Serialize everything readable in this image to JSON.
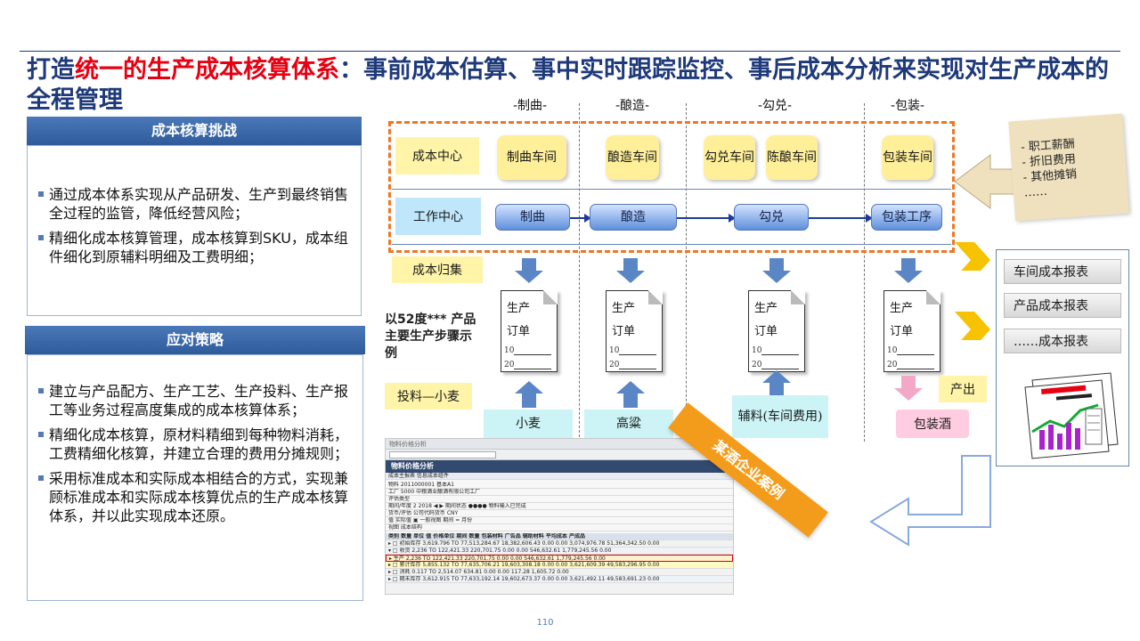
{
  "title": {
    "prefix": "打造",
    "highlight": "统一的生产成本核算体系",
    "suffix": "：事前成本估算、事中实时跟踪监控、事后成本分析来实现对生产成本的全程管理"
  },
  "challenges": {
    "heading": "成本核算挑战",
    "items": [
      "通过成本体系实现从产品研发、生产到最终销售全过程的监管，降低经营风险；",
      "精细化成本核算管理，成本核算到SKU，成本组件细化到原辅料明细及工费明细；"
    ]
  },
  "strategy": {
    "heading": "应对策略",
    "items": [
      "建立与产品配方、生产工艺、生产投料、生产报工等业务过程高度集成的成本核算体系；",
      "精细化成本核算，原材料精细到每种物料消耗，工费精细化核算，并建立合理的费用分摊规则；",
      "采用标准成本和实际成本相结合的方式，实现兼顾标准成本和实际成本核算优点的生产成本核算体系，并以此实现成本还原。"
    ]
  },
  "process": {
    "stages": [
      "-制曲-",
      "-酿造-",
      "-勾兑-",
      "-包装-"
    ],
    "cost_center_label": "成本中心",
    "work_center_label": "工作中心",
    "cost_collect_label": "成本归集",
    "cost_centers": [
      "制曲车间",
      "酿造车间",
      "勾兑车间",
      "陈酿车间",
      "包装车间"
    ],
    "work_centers": [
      "制曲",
      "酿造",
      "勾兑",
      "包装工序"
    ],
    "doc": {
      "line1": "生产",
      "line2": "订单",
      "n1": "10",
      "n2": "20"
    },
    "example_text": "以52度***  产品主要生产步骤示例",
    "feed_label": "投料—小麦",
    "materials": [
      "小麦",
      "高粱",
      "辅料(车间费用)"
    ],
    "output_label": "产出",
    "product": "包装酒"
  },
  "allocation_note": [
    "- 职工薪酬",
    "- 折旧费用",
    "- 其他摊销",
    "……"
  ],
  "reports": [
    "车间成本报表",
    "产品成本报表",
    "……成本报表"
  ],
  "case_banner": "某酒企业案例",
  "sap": {
    "window_title": "物料价格分析",
    "header": "物料价格分析",
    "toolbar": "成本主报表  信息成本组件",
    "fields": [
      "物料          2011000001    基本A1",
      "工厂          5000      中粮酒业酿酒有限公司工厂",
      "评估类型",
      "期间/年度      2  2018  ◀ ▶     期间状态      ●●●●     物料输入已完成",
      "货币/评估      公司代码货币                              CNY",
      "值            实际值                  ▣ 一般视图        期间 = 月份",
      "视图          成本结构"
    ],
    "columns": "类别              数量  单位      值         价格单位   期间  数量  包装材料  广告品  辅助材料  平均成本  产成品",
    "rows": [
      "▸ □ 初始库存  3,619.796 TO   77,513,284.67  18,382,606.43   0.00  0.00     3,074,976.78  51,364,342.50  0.00",
      "▾ □ 收货     2,236 TO      122,421.33   220,701.75   0.00  0.00     546,632.61  1,779,245.56  0.00",
      "  ▸ 生产      2,236 TO      122,421.33   220,701.75   0.00  0.00     546,632.61  1,779,245.56  0.00",
      "▸ □ 累计库存  5,855.132 TO   77,635,706.21  19,603,308.18   0.00  0.00     3,621,609.39  49,583,296.95  0.00",
      "▸ □ 消耗     0.117 TO        2,514.07       634.81   0.00  0.00       117.28     1,605.72  0.00",
      "▸ □ 期末库存  3,612.915 TO   77,633,192.14  19,602,673.37   0.00  0.00     3,621,492.11  49,583,691.23  0.00"
    ]
  },
  "page_number": "110",
  "colors": {
    "title_blue": "#1f3a7a",
    "title_red": "#e60012",
    "dash_orange": "#ee7722",
    "banner_orange": "#f39c1b"
  }
}
